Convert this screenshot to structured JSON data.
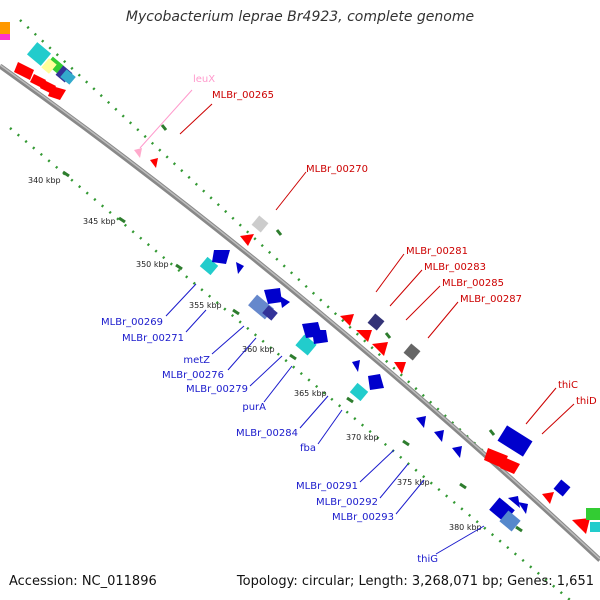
{
  "title": "Mycobacterium leprae Br4923, complete genome",
  "accession": "Accession: NC_011896",
  "summary": "Topology: circular; Length: 3,268,071 bp; Genes: 1,651",
  "colors": {
    "forward_label": "#cc0000",
    "reverse_label": "#1a1acc",
    "trna_label": "#ff99cc",
    "backbone": "#888888",
    "ruler_dots": "#339933"
  },
  "ticks": [
    {
      "label": "340 kbp"
    },
    {
      "label": "345 kbp"
    },
    {
      "label": "350 kbp"
    },
    {
      "label": "355 kbp"
    },
    {
      "label": "360 kbp"
    },
    {
      "label": "365 kbp"
    },
    {
      "label": "370 kbp"
    },
    {
      "label": "375 kbp"
    },
    {
      "label": "380 kbp"
    }
  ],
  "forward_labels": [
    {
      "name": "leuX",
      "kind": "trna"
    },
    {
      "name": "MLBr_00265",
      "kind": "cds"
    },
    {
      "name": "MLBr_00270",
      "kind": "cds"
    },
    {
      "name": "MLBr_00281",
      "kind": "cds"
    },
    {
      "name": "MLBr_00283",
      "kind": "cds"
    },
    {
      "name": "MLBr_00285",
      "kind": "cds"
    },
    {
      "name": "MLBr_00287",
      "kind": "cds"
    },
    {
      "name": "thiC",
      "kind": "cds"
    },
    {
      "name": "thiD",
      "kind": "cds"
    }
  ],
  "reverse_labels": [
    {
      "name": "MLBr_00269"
    },
    {
      "name": "MLBr_00271"
    },
    {
      "name": "metZ"
    },
    {
      "name": "MLBr_00276"
    },
    {
      "name": "MLBr_00279"
    },
    {
      "name": "purA"
    },
    {
      "name": "MLBr_00284"
    },
    {
      "name": "fba"
    },
    {
      "name": "MLBr_00291"
    },
    {
      "name": "MLBr_00292"
    },
    {
      "name": "MLBr_00293"
    },
    {
      "name": "thiG"
    }
  ]
}
